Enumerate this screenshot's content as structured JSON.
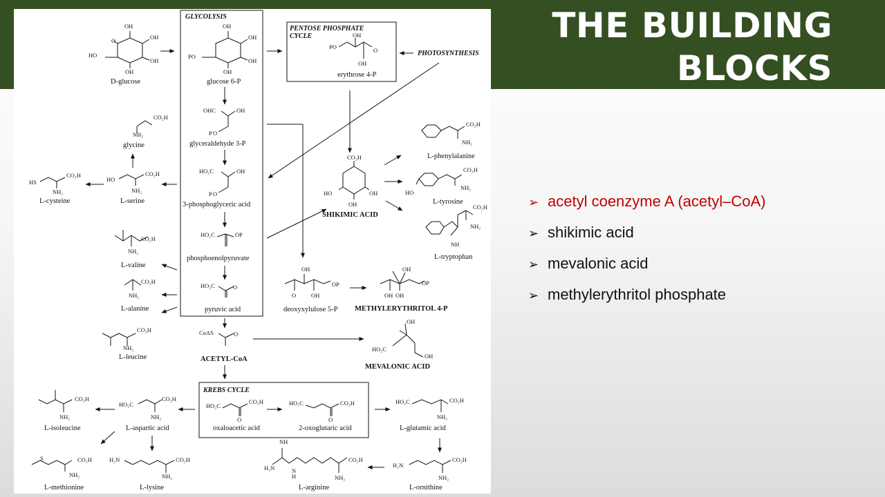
{
  "slide": {
    "title_line1": "THE BUILDING",
    "title_line2": "BLOCKS",
    "bullet_marker": "➢",
    "bullets": [
      {
        "text": "acetyl coenzyme A (acetyl–CoA)",
        "highlight": true
      },
      {
        "text": "shikimic acid",
        "highlight": false
      },
      {
        "text": "mevalonic acid",
        "highlight": false
      },
      {
        "text": "methylerythritol phosphate",
        "highlight": false
      }
    ],
    "colors": {
      "band": "#344f21",
      "highlight": "#c00000"
    }
  },
  "diagram": {
    "headers": {
      "glycolysis": "GLYCOLYSIS",
      "pentose": "PENTOSE PHOSPHATE",
      "pentose2": "CYCLE",
      "photosynthesis": "PHOTOSYNTHESIS",
      "krebs": "KREBS CYCLE"
    },
    "captions": {
      "shikimic": "SHIKIMIC ACID",
      "mep": "METHYLERYTHRITOL 4-P",
      "acetyl": "ACETYL-CoA",
      "mevalonic": "MEVALONIC ACID"
    },
    "labels": {
      "dglucose": "D-glucose",
      "glucose6p": "glucose 6-P",
      "g3p": "glyceraldehyde 3-P",
      "pga": "3-phosphoglyceric acid",
      "pep": "phosphoenolpyruvate",
      "pyruvic": "pyruvic acid",
      "erythrose": "erythrose 4-P",
      "glycine": "glycine",
      "serine": "L-serine",
      "cysteine": "L-cysteine",
      "valine": "L-valine",
      "alanine": "L-alanine",
      "leucine": "L-leucine",
      "phenylalanine": "L-phenylalanine",
      "tyrosine": "L-tyrosine",
      "tryptophan": "L-tryptophan",
      "dxp": "deoxyxylulose 5-P",
      "isoleucine": "L-isoleucine",
      "aspartic": "L-aspartic acid",
      "oxaloacetic": "oxaloacetic acid",
      "oxoglutaric": "2-oxoglutaric acid",
      "glutamic": "L-glutamic acid",
      "methionine": "L-methionine",
      "lysine": "L-lysine",
      "arginine": "L-arginine",
      "ornithine": "L-ornithine"
    },
    "atoms": {
      "oh": "OH",
      "ho": "HO",
      "po": "PO",
      "op": "OP",
      "p": "P",
      "co2h": "CO₂H",
      "ho2c": "HO₂C",
      "nh2": "NH₂",
      "hs": "HS",
      "o": "O",
      "ohc": "OHC",
      "coas": "CoAS",
      "nh": "NH",
      "h2n": "H₂N",
      "s": "S",
      "h": "H",
      "n": "N"
    }
  }
}
